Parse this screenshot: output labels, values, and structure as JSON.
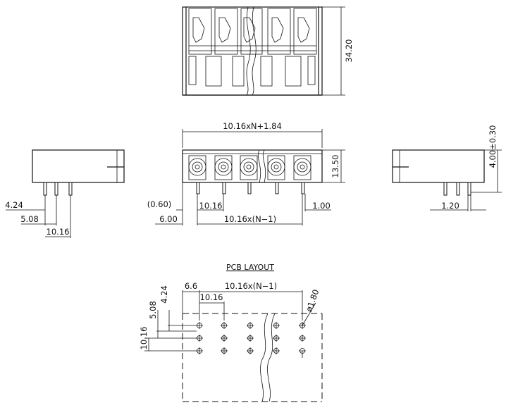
{
  "pcb_layout": {
    "title": "PCB LAYOUT"
  },
  "dimensions": {
    "height_top": "34.20",
    "overall_width": "10.16xN+1.84",
    "front_height": "13.50",
    "side_pin_offset": "4.00±0.30",
    "lead_4_24": "4.24",
    "lead_5_08": "5.08",
    "lead_10_16": "10.16",
    "front_0_60": "(0.60)",
    "front_pitch": "10.16",
    "front_1_00": "1.00",
    "front_6_00": "6.00",
    "front_pitch_n": "10.16x(N−1)",
    "side_1_20": "1.20",
    "pcb_6_6": "6.6",
    "pcb_pitch_n": "10.16x(N−1)",
    "pcb_4_24": "4.24",
    "pcb_10_16_top": "10.16",
    "pcb_hole": "ø1.80",
    "pcb_5_08": "5.08",
    "pcb_10_16_left": "10.16"
  }
}
